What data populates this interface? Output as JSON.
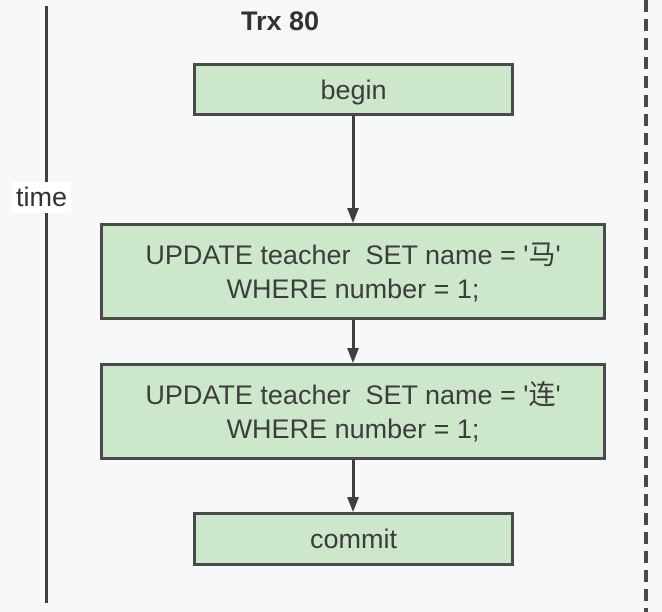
{
  "diagram": {
    "title": "Trx 80",
    "time_axis_label": "time",
    "colors": {
      "background": "#f7f8fa",
      "node_fill": "#cde7cb",
      "node_border": "#4a4a4a",
      "line": "#3f3f3f",
      "text": "#3d3d3d"
    },
    "nodes": [
      {
        "id": "begin",
        "label": "begin"
      },
      {
        "id": "update-1",
        "label": "UPDATE teacher  SET name = '马'\nWHERE number = 1;"
      },
      {
        "id": "update-2",
        "label": "UPDATE teacher  SET name = '连'\nWHERE number = 1;"
      },
      {
        "id": "commit",
        "label": "commit"
      }
    ],
    "edges": [
      {
        "from": "begin",
        "to": "update-1"
      },
      {
        "from": "update-1",
        "to": "update-2"
      },
      {
        "from": "update-2",
        "to": "commit"
      }
    ]
  }
}
